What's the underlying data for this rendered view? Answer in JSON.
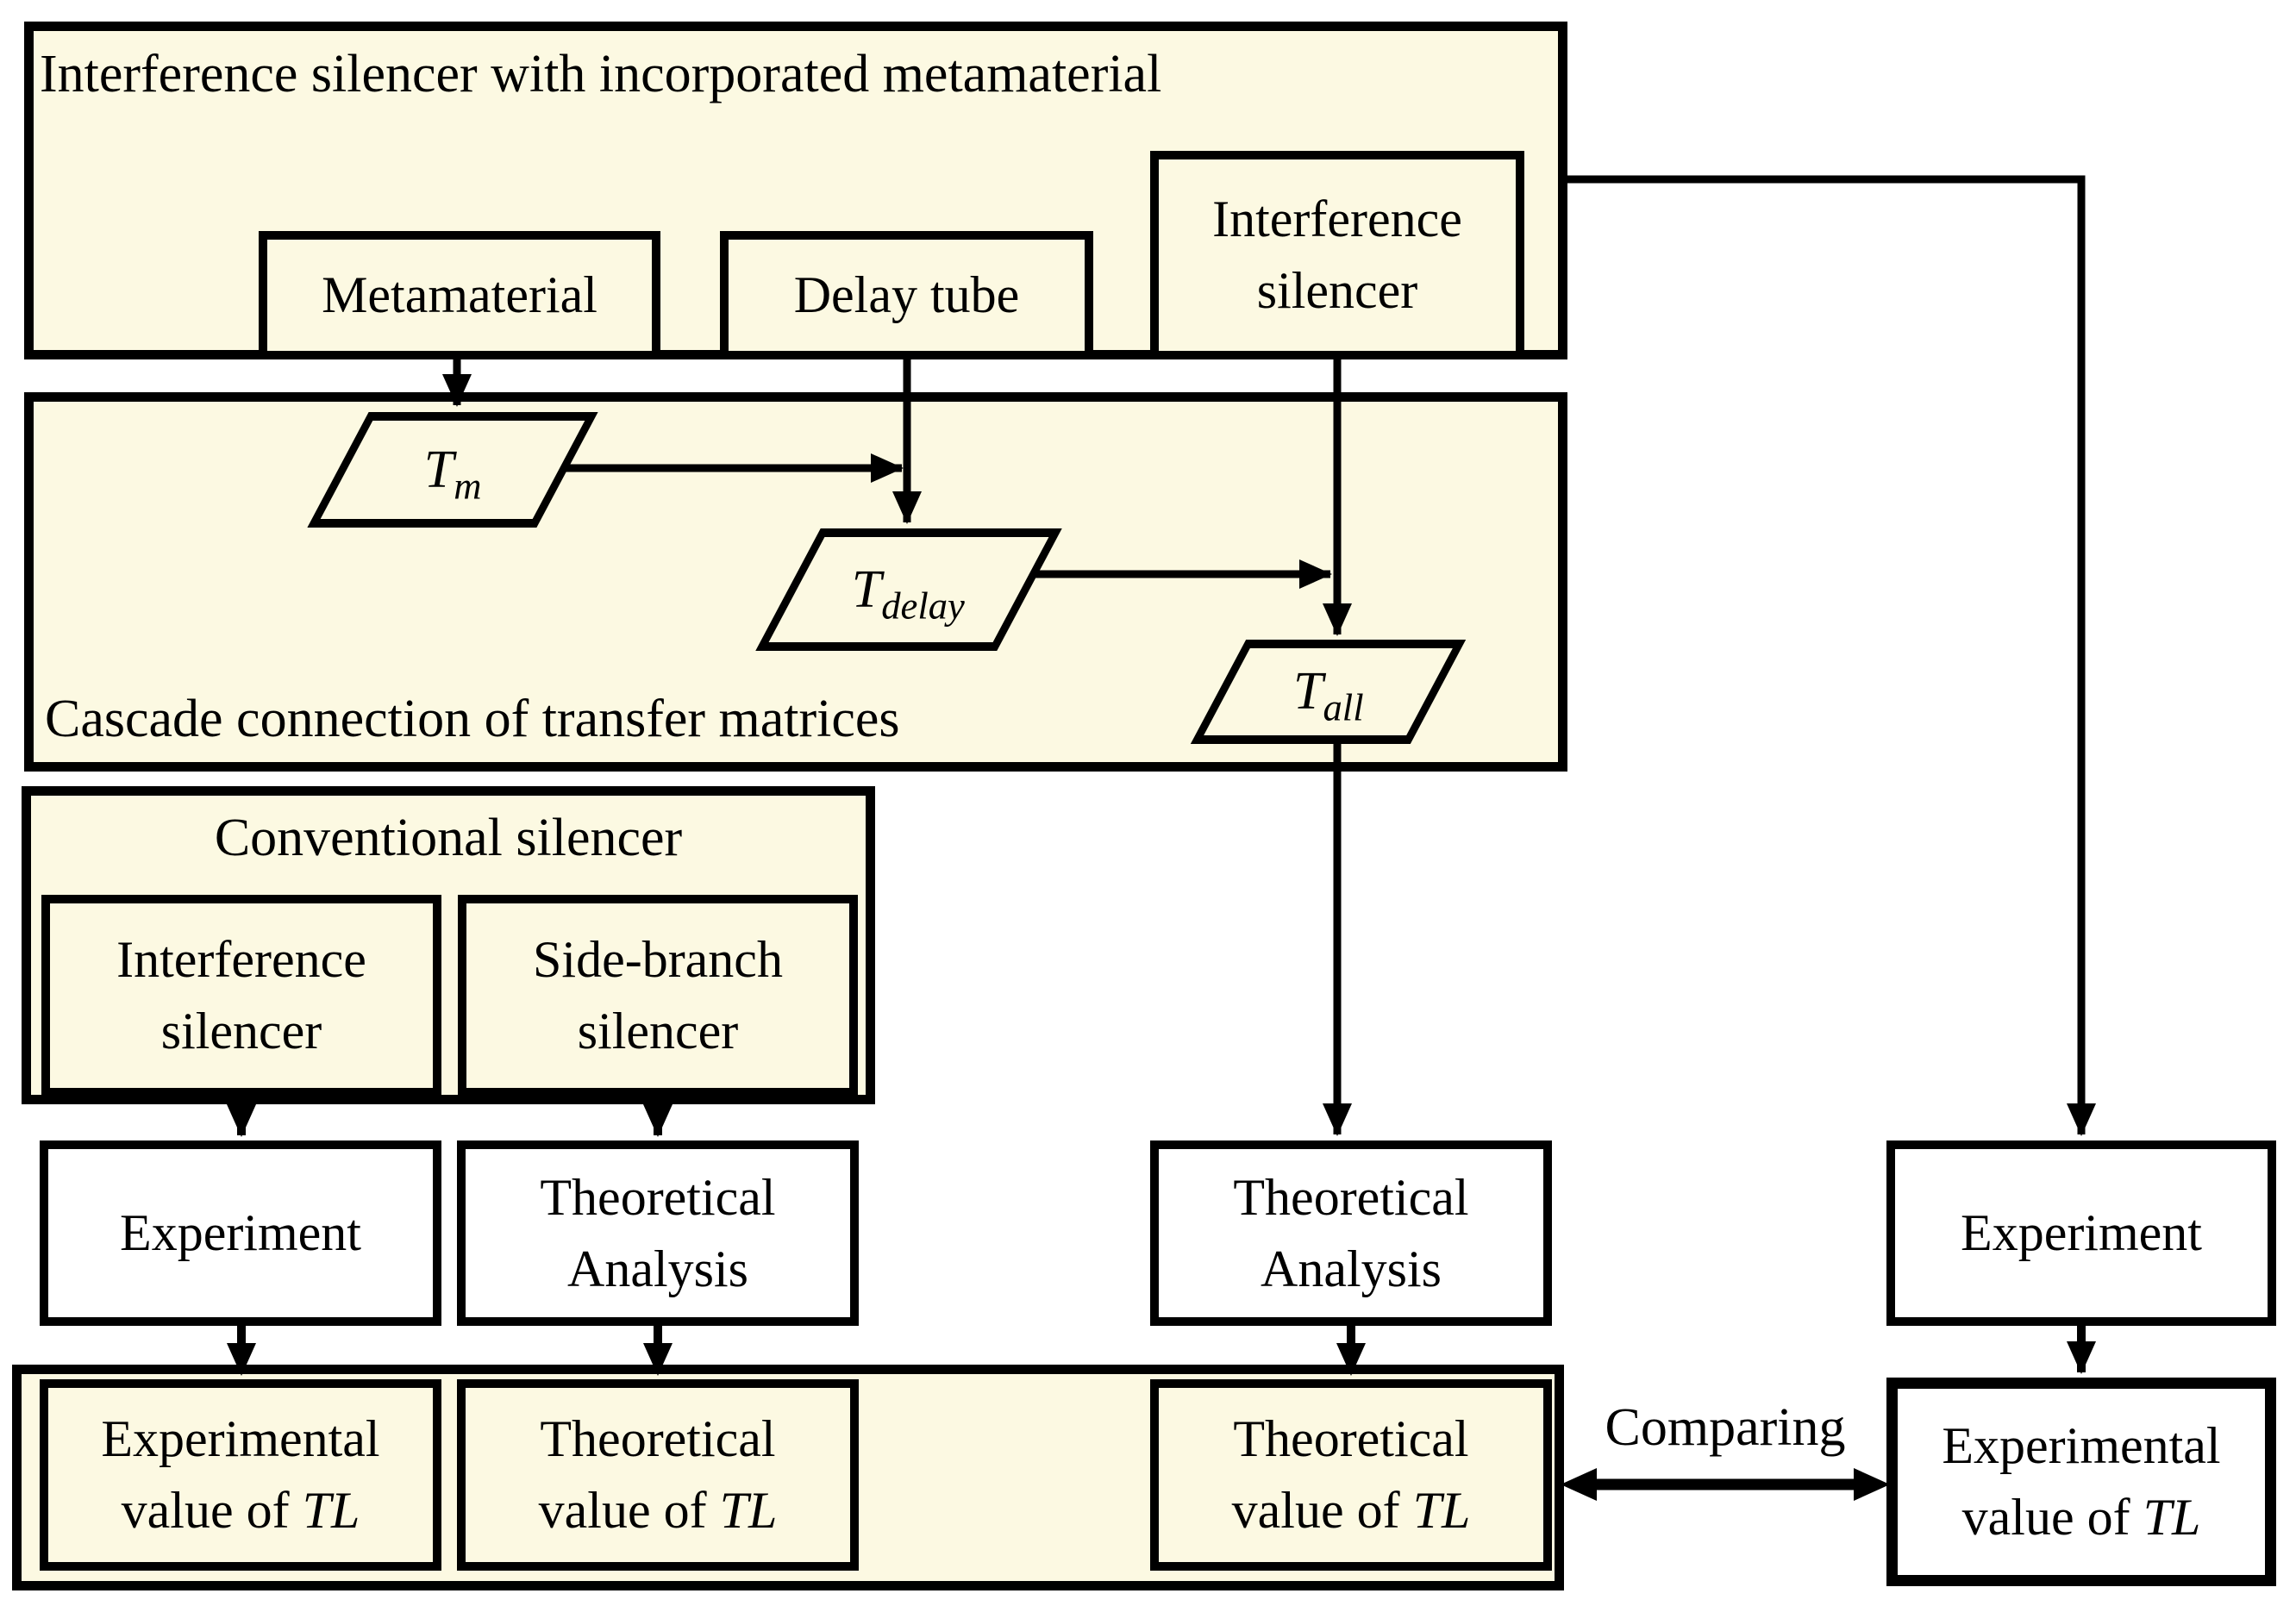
{
  "diagram": {
    "colors": {
      "box_fill": "#FCF9E2",
      "line_color": "#000000",
      "white_fill": "#FFFFFF"
    },
    "top_group": {
      "title": "Interference silencer with incorporated metamaterial",
      "metamaterial": "Metamaterial",
      "delay_tube": "Delay tube",
      "interference_silencer": [
        "Interference",
        "silencer"
      ]
    },
    "cascade_group": {
      "title": "Cascade connection of transfer matrices",
      "t_m": {
        "base": "T",
        "sub": "m"
      },
      "t_delay": {
        "base": "T",
        "sub": "delay"
      },
      "t_all": {
        "base": "T",
        "sub": "all"
      }
    },
    "conventional_group": {
      "title": "Conventional silencer",
      "interference_silencer": [
        "Interference",
        "silencer"
      ],
      "side_branch_silencer": [
        "Side-branch",
        "silencer"
      ]
    },
    "process_boxes": {
      "experiment_conventional": "Experiment",
      "theoretical_conventional": [
        "Theoretical",
        "Analysis"
      ],
      "theoretical_metamaterial": [
        "Theoretical",
        "Analysis"
      ],
      "experiment_metamaterial": "Experiment"
    },
    "result_boxes": {
      "experimental_conventional": {
        "line1": "Experimental",
        "line2": "value of",
        "math": "TL"
      },
      "theoretical_conventional": {
        "line1": "Theoretical",
        "line2": "value of",
        "math": "TL"
      },
      "theoretical_metamaterial": {
        "line1": "Theoretical",
        "line2": "value of",
        "math": "TL"
      },
      "experimental_metamaterial": {
        "line1": "Experimental",
        "line2": "value of",
        "math": "TL"
      }
    },
    "comparing_label": "Comparing"
  }
}
